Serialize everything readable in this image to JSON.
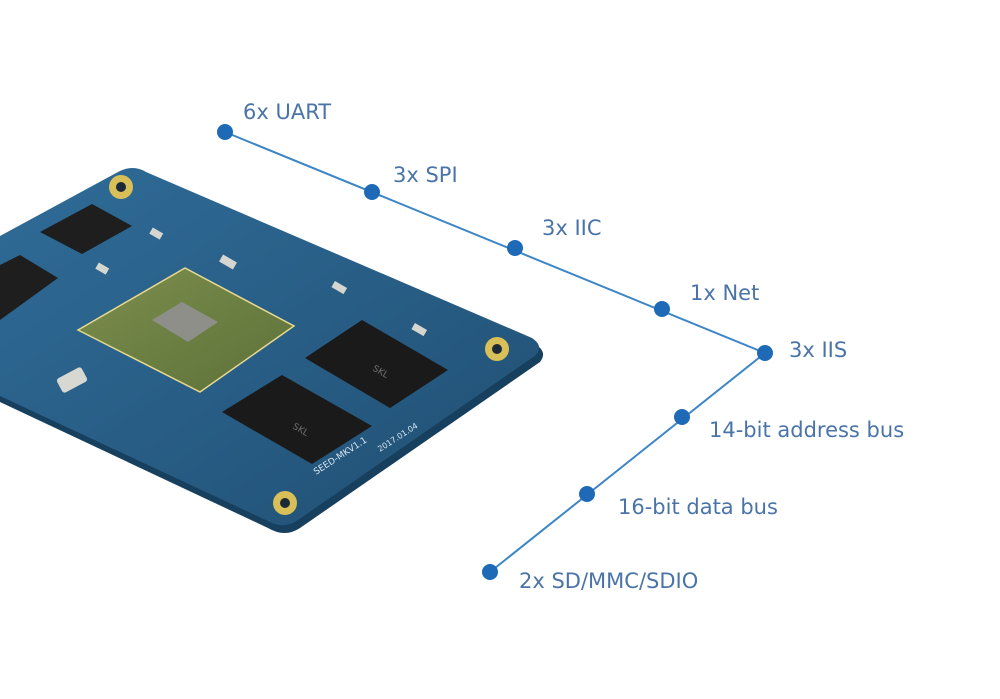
{
  "colors": {
    "background": "#ffffff",
    "line": "#3d86c6",
    "dot": "#1f6ab7",
    "label": "#4a74a8",
    "board": "#2a5e86",
    "board_edge": "#173f5e"
  },
  "features": [
    {
      "label": "6x UART"
    },
    {
      "label": "3x SPI"
    },
    {
      "label": "3x IIC"
    },
    {
      "label": "1x Net"
    },
    {
      "label": "3x IIS"
    },
    {
      "label": "14-bit address bus"
    },
    {
      "label": "16-bit data bus"
    },
    {
      "label": "2x SD/MMC/SDIO"
    }
  ],
  "board": {
    "image": "system-on-module board photo",
    "silkscreen": [
      "SEED-MKV1.1",
      "2017.01.04"
    ]
  }
}
